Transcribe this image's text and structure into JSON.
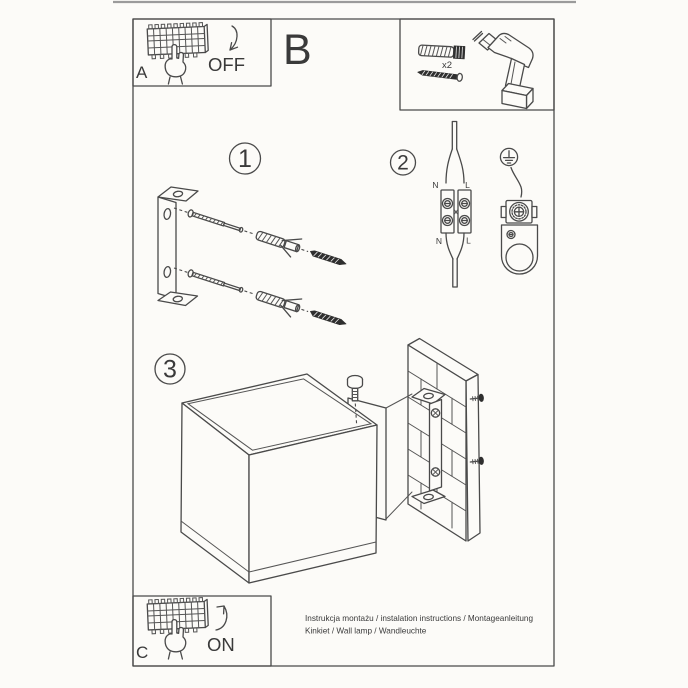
{
  "power_off_box": {
    "letter": "A",
    "label": "OFF"
  },
  "parts_section": {
    "letter": "B",
    "plug_quantity": "x2"
  },
  "power_on_box": {
    "letter": "C",
    "label": "ON"
  },
  "steps": {
    "one": "1",
    "two": "2",
    "three": "3"
  },
  "wiring": {
    "terminal_top_left": "N",
    "terminal_top_right": "L",
    "terminal_bottom_left": "N",
    "terminal_bottom_right": "L"
  },
  "footer": {
    "line1": "Instrukcja montażu / instalation instructions / Montageanleitung",
    "line2": "Kinkiet / Wall lamp / Wandleuchte"
  },
  "colors": {
    "line": "#4a4a4a",
    "dark_fill": "#2f2f2f",
    "paper": "#fcfbf8",
    "scan_edge": "#9b9b9b"
  }
}
